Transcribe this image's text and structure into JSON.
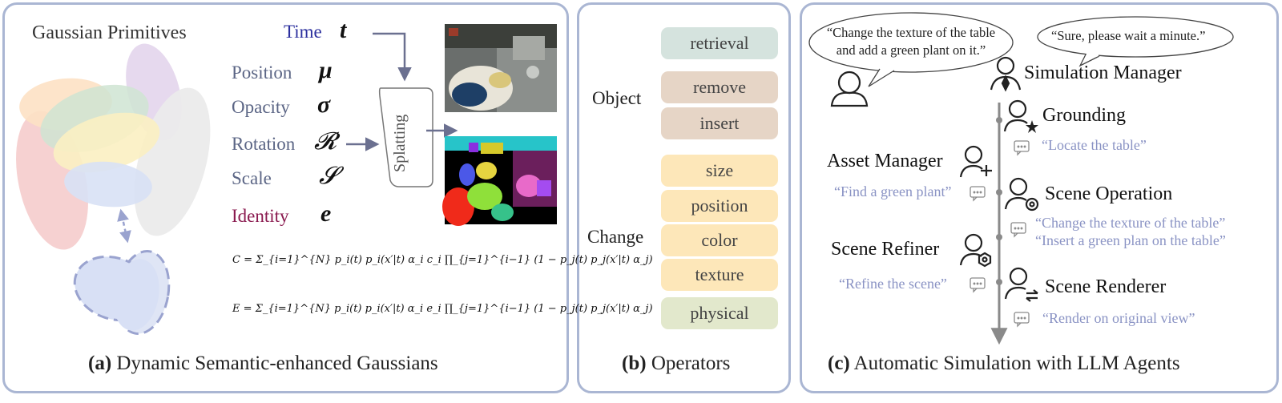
{
  "panel_a": {
    "title": "Gaussian Primitives",
    "time_label": "Time",
    "time_symbol": "t",
    "attributes": [
      {
        "label": "Position",
        "symbol": "μ"
      },
      {
        "label": "Opacity",
        "symbol": "σ"
      },
      {
        "label": "Rotation",
        "symbol": "𝓡"
      },
      {
        "label": "Scale",
        "symbol": "𝓢"
      },
      {
        "label": "Identity",
        "symbol": "e"
      }
    ],
    "splatting": "Splatting",
    "eq_c": "C = Σ_{i=1}^{N} p_i(t) p_i(x′|t) α_i c_i ∏_{j=1}^{i−1} (1 − p_j(t) p_j(x′|t) α_j)",
    "eq_e": "E = Σ_{i=1}^{N} p_i(t) p_i(x′|t) α_i e_i ∏_{j=1}^{i−1} (1 − p_j(t) p_j(x′|t) α_j)",
    "caption_bold": "(a)",
    "caption_text": " Dynamic Semantic-enhanced Gaussians"
  },
  "panel_b": {
    "group_object": "Object",
    "group_change": "Change",
    "ops": [
      "retrieval",
      "remove",
      "insert",
      "size",
      "position",
      "color",
      "texture",
      "physical"
    ],
    "caption_bold": "(b)",
    "caption_text": " Operators"
  },
  "panel_c": {
    "user_bubble_1": "“Change the texture of the table",
    "user_bubble_2": "and add a green plant on it.”",
    "manager_bubble": "“Sure, please wait a minute.”",
    "manager": "Simulation Manager",
    "grounding": "Grounding",
    "grounding_quote": "“Locate the table”",
    "asset_manager": "Asset Manager",
    "asset_quote": "“Find a green plant”",
    "scene_operation": "Scene Operation",
    "op_quote_1": "“Change the texture of the table”",
    "op_quote_2": "“Insert a green plan on the table”",
    "scene_refiner": "Scene Refiner",
    "refiner_quote": "“Refine the scene”",
    "scene_renderer": "Scene Renderer",
    "renderer_quote": "“Render on original view”",
    "caption_bold": "(c)",
    "caption_text": " Automatic Simulation with LLM Agents"
  },
  "colors": {
    "border": "#aab6d3",
    "time": "#2b2f9e",
    "identity": "#8a1a4f",
    "attr": "#5b6585",
    "quote": "#8a93c4",
    "retrieval": "#d5e3de",
    "object_ops": "#e6d5c6",
    "change_ops": "#fde7b9",
    "physical": "#e2e8cc"
  }
}
